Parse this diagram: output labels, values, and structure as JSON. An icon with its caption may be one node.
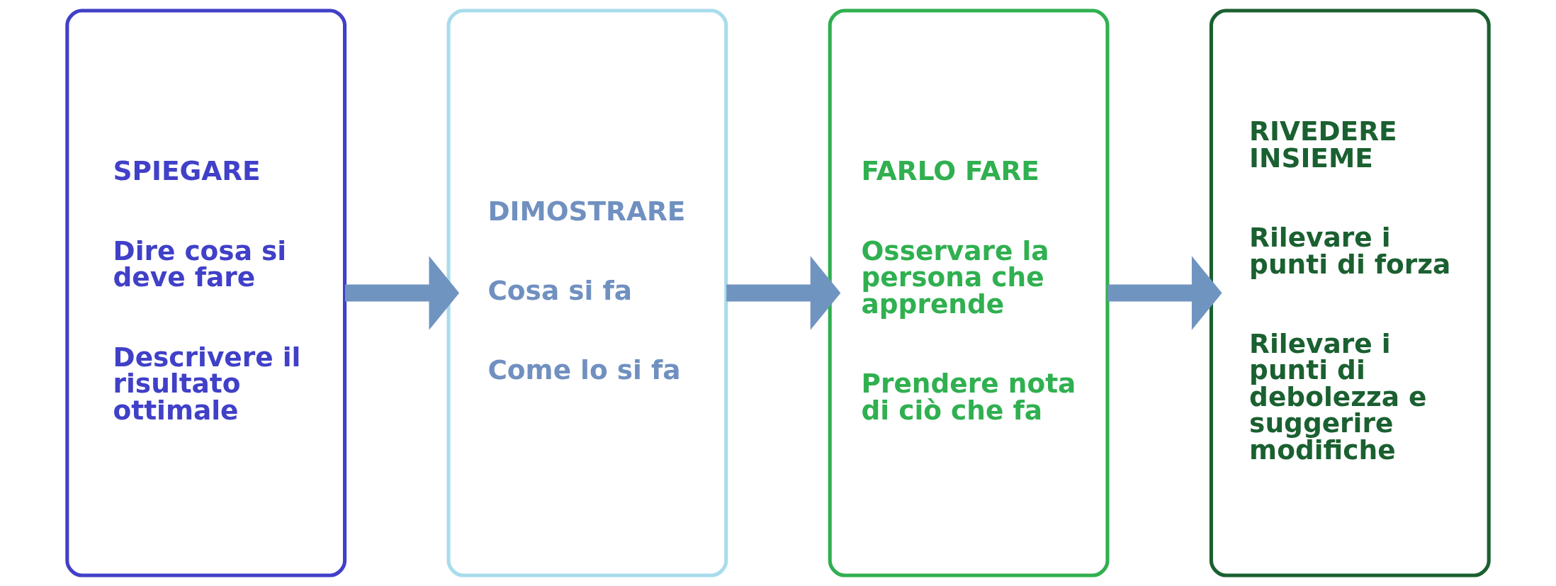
{
  "diagram": {
    "nodes": [
      {
        "text": [
          "SPIEGARE",
          "Dire cosa si deve fare",
          "Descrivere il risultato ottimale"
        ]
      },
      {
        "text": [
          "DIMOSTRARE",
          "Cosa si fa",
          "Come lo si fa"
        ]
      },
      {
        "text": [
          "FARLO FARE",
          "Osservare la persona che apprende",
          "Prendere nota di ciò che fa"
        ]
      },
      {
        "text": [
          "RIVEDERE INSIEME",
          "Rilevare i punti di forza",
          "Rilevare i punti di debolezza e suggerire modifiche"
        ]
      }
    ],
    "edges": [
      {
        "from": 0,
        "to": 1,
        "arrow": "to"
      },
      {
        "from": 1,
        "to": 2,
        "arrow": "to"
      },
      {
        "from": 2,
        "to": 3,
        "arrow": "to"
      }
    ]
  }
}
